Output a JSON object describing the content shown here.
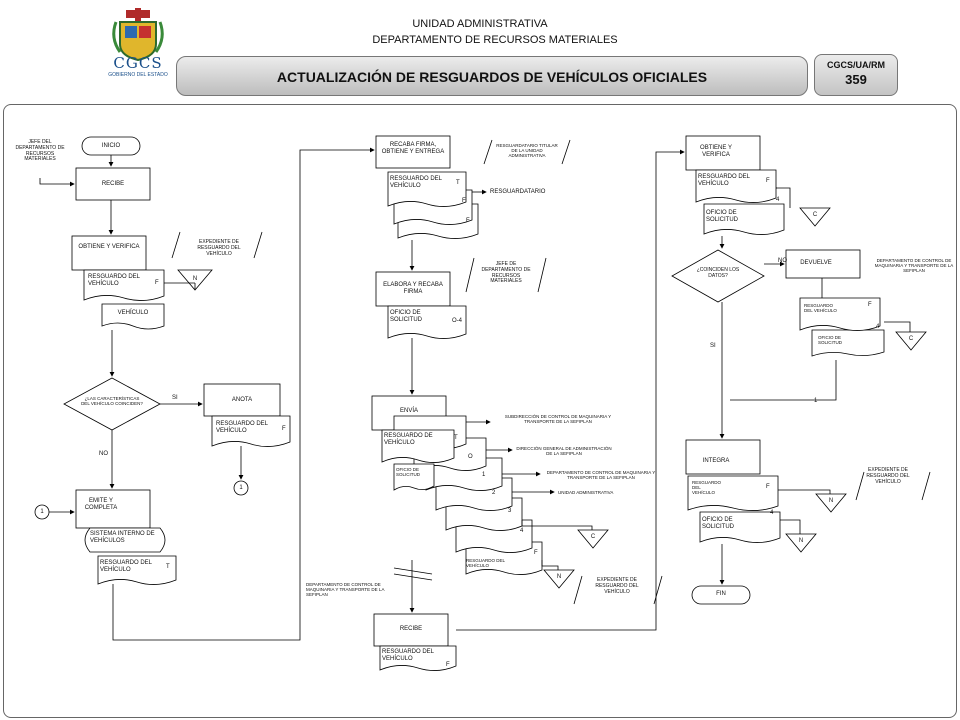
{
  "header": {
    "unit": "UNIDAD ADMINISTRATIVA",
    "department": "DEPARTAMENTO DE RECURSOS MATERIALES",
    "title": "ACTUALIZACIÓN DE RESGUARDOS DE VEHÍCULOS OFICIALES",
    "code": "CGCS/UA/RM",
    "number": "359"
  },
  "logo": {
    "text": "CGCS",
    "subtitle": "GOBIERNO DEL ESTADO"
  },
  "col1": {
    "actor": "JEFE DEL DEPARTAMENTO DE RECURSOS MATERIALES",
    "inicio": "INICIO",
    "recibe": "RECIBE",
    "obtiene": "OBTIENE Y VERIFICA",
    "resguardo_doc": "RESGUARDO DEL VEHÍCULO",
    "f": "F",
    "vehiculo": "VEHÍCULO",
    "expediente_note": "EXPEDIENTE DE RESGUARDO DEL VEHÍCULO",
    "n": "N",
    "decision": "¿LAS CARACTERÍSTICAS DEL VEHÍCULO COINCIDEN?",
    "si": "SI",
    "no": "NO",
    "anota": "ANOTA",
    "resguardo_doc2": "RESGUARDO DEL VEHÍCULO",
    "connector": "1",
    "emite": "EMITE Y COMPLETA",
    "sistema": "SISTEMA INTERNO DE VEHÍCULOS",
    "resguardo_doc3": "RESGUARDO DEL VEHÍCULO",
    "t": "T"
  },
  "col2": {
    "recaba": "RECABA FIRMA, OBTIENE Y ENTREGA",
    "note_resguardatario": "RESGUARDATARIO TITULAR DE LA UNIDAD ADMINISTRATIVA",
    "resguardo_doc": "RESGUARDO DEL VEHÍCULO",
    "t": "T",
    "f": "F",
    "resguardatario": "RESGUARDATARIO",
    "elabora": "ELABORA Y RECABA FIRMA",
    "note_jefe": "JEFE DE DEPARTAMENTO DE RECURSOS MATERIALES",
    "oficio": "OFICIO DE SOLICITUD",
    "o4": "O-4",
    "envia": "ENVÍA",
    "resguardo_doc2": "RESGUARDO DE VEHÍCULO",
    "oficio2": "OFICIO DE SOLICITUD",
    "copies": [
      "T",
      "O",
      "1",
      "2",
      "3",
      "4",
      "F"
    ],
    "dest": [
      "SUBDIRECCIÓN DE CONTROL DE MAQUINARIA Y TRANSPORTE DE LA SEFIPLAN",
      "DIRECCIÓN GENERAL DE ADMINISTRACIÓN DE LA SEFIPLAN",
      "DEPARTAMENTO DE CONTROL DE MAQUINARIA Y TRANSPORTE DE LA SEFIPLAN",
      "UNIDAD ADMINISTRATIVA"
    ],
    "resguardo_doc3": "RESGUARDO DEL VEHÍCULO",
    "c": "C",
    "n": "N",
    "expediente_note": "EXPEDIENTE DE RESGUARDO DEL VEHÍCULO",
    "depto_note": "DEPARTAMENTO DE CONTROL DE MAQUINARIA Y TRANSPORTE DE LA SEFIPLAN",
    "recibe": "RECIBE",
    "resguardo_doc4": "RESGUARDO DEL VEHÍCULO",
    "f2": "F"
  },
  "col3": {
    "obtiene": "OBTIENE Y VERIFICA",
    "resguardo_doc": "RESGUARDO DEL VEHÍCULO",
    "f": "F",
    "four": "4",
    "oficio": "OFICIO DE SOLICITUD",
    "c": "C",
    "decision": "¿COINCIDEN LOS DATOS?",
    "no": "NO",
    "si": "SI",
    "devuelve": "DEVUELVE",
    "depto_note": "DEPARTAMENTO DE CONTROL DE MAQUINARIA Y TRANSPORTE DE LA SEFIPLAN",
    "resguardo_doc2": "RESGUARDO DEL VEHÍCULO",
    "oficio2": "OFICIO DE SOLICITUD",
    "one": "1",
    "integra": "INTEGRA",
    "resguardo_doc3": "RESGUARDO DEL VEHÍCULO",
    "oficio3": "OFICIO DE SOLICITUD",
    "n": "N",
    "expediente_note": "EXPEDIENTE DE RESGUARDO DEL VEHÍCULO",
    "fin": "FIN"
  }
}
